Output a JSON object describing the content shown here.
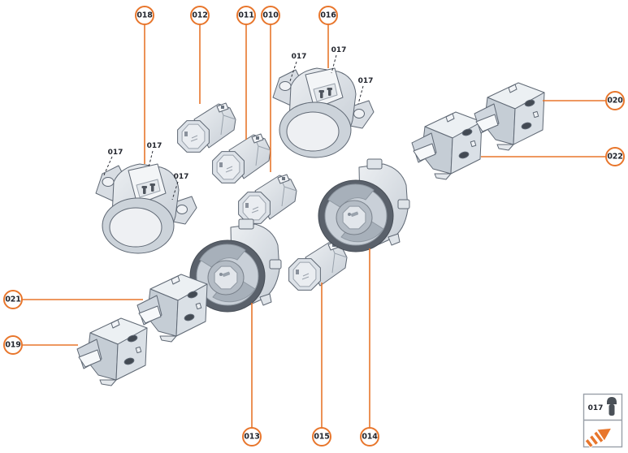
{
  "figure": {
    "kind": "exploded-parts-diagram",
    "background": "#ffffff",
    "accent_color": "#e8762c",
    "text_color": "#23262e",
    "outline_color": "#5f6874"
  },
  "callouts": [
    {
      "label": "018"
    },
    {
      "label": "012"
    },
    {
      "label": "011"
    },
    {
      "label": "010"
    },
    {
      "label": "016"
    },
    {
      "label": "020"
    },
    {
      "label": "022"
    },
    {
      "label": "021"
    },
    {
      "label": "019"
    },
    {
      "label": "013"
    },
    {
      "label": "015"
    },
    {
      "label": "014"
    }
  ],
  "screw_labels": [
    {
      "label": "017"
    },
    {
      "label": "017"
    },
    {
      "label": "017"
    },
    {
      "label": "017"
    },
    {
      "label": "017"
    },
    {
      "label": "017"
    }
  ],
  "legend": {
    "part_number": "017",
    "icons": [
      "screw-icon",
      "installation-direction-arrow-icon"
    ]
  }
}
